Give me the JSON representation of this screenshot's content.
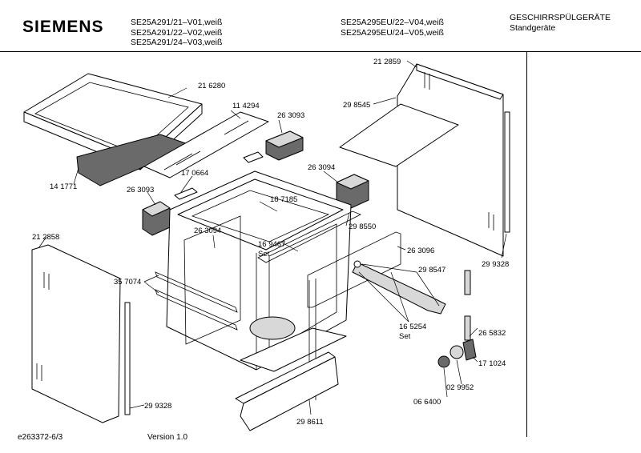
{
  "header": {
    "brand": "SIEMENS",
    "models_left": [
      "SE25A291/21–V01,weiß",
      "SE25A291/22–V02,weiß",
      "SE25A291/24–V03,weiß"
    ],
    "models_right": [
      "SE25A295EU/22–V04,weiß",
      "SE25A295EU/24–V05,weiß"
    ],
    "category": [
      "GESCHIRRSPÜLGERÄTE",
      "Standgeräte"
    ]
  },
  "footer": {
    "doc_id": "e263372-6/3",
    "version": "Version 1.0"
  },
  "parts": {
    "p216280": "21 6280",
    "p114294": "11 4294",
    "p263093a": "26 3093",
    "p141771": "14 1771",
    "p170664": "17 0664",
    "p263093b": "26 3093",
    "p263094a": "26 3094",
    "p187185": "18 7185",
    "p263094b": "26 3094",
    "p169467": "16 9467",
    "set_a": "Set",
    "p298550": "29 8550",
    "p263096": "26 3096",
    "p212859": "21 2859",
    "p298545": "29 8545",
    "p212858": "21 2858",
    "p357074": "35 7074",
    "p298547": "29 8547",
    "p165254": "16 5254",
    "set_b": "Set",
    "p299328a": "29 9328",
    "p299328b": "29 9328",
    "p265832": "26 5832",
    "p171024": "17 1024",
    "p029952": "02 9952",
    "p066400": "06 6400",
    "p298611": "29 8611"
  }
}
